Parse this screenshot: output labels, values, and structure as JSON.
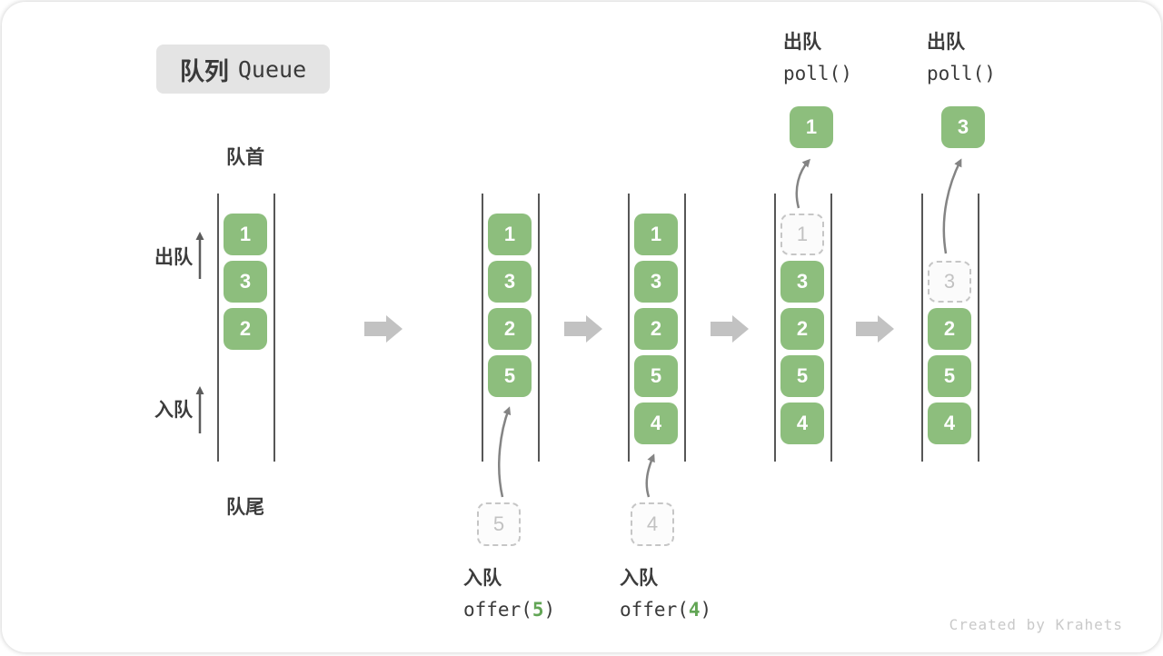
{
  "badge": {
    "title_zh": "队列",
    "title_en": "Queue"
  },
  "labels": {
    "front": "队首",
    "rear": "队尾",
    "side_dequeue": "出队",
    "side_enqueue": "入队"
  },
  "watermark": "Created by Krahets",
  "colors": {
    "element_green": "#8DBE7D",
    "element_text": "#FFFFFF",
    "code_arg_green": "#62A555",
    "transition_arrow_gray": "#C2C2C2",
    "curved_arrow_gray": "#848484",
    "side_arrow_dark": "#5C5C5C",
    "text_dark": "#3A3A3A",
    "ghost_gray": "#C6C6C6",
    "badge_bg": "#E4E4E4"
  },
  "states": [
    {
      "name": "initial",
      "queue": [
        "1",
        "3",
        "2"
      ]
    },
    {
      "name": "after-offer-5",
      "queue": [
        "1",
        "3",
        "2",
        "5"
      ],
      "op": {
        "type": "enqueue",
        "label_zh": "入队",
        "code_pre": "offer(",
        "code_arg": "5",
        "code_post": ")",
        "value": "5"
      }
    },
    {
      "name": "after-offer-4",
      "queue": [
        "1",
        "3",
        "2",
        "5",
        "4"
      ],
      "op": {
        "type": "enqueue",
        "label_zh": "入队",
        "code_pre": "offer(",
        "code_arg": "4",
        "code_post": ")",
        "value": "4"
      }
    },
    {
      "name": "after-poll-1",
      "queue": [
        "3",
        "2",
        "5",
        "4"
      ],
      "ghost": {
        "value": "1",
        "slot": 0
      },
      "op": {
        "type": "dequeue",
        "label_zh": "出队",
        "code": "poll()",
        "value": "1"
      }
    },
    {
      "name": "after-poll-3",
      "queue": [
        "2",
        "5",
        "4"
      ],
      "ghost": {
        "value": "3",
        "slot": 1
      },
      "op": {
        "type": "dequeue",
        "label_zh": "出队",
        "code": "poll()",
        "value": "3"
      }
    }
  ]
}
